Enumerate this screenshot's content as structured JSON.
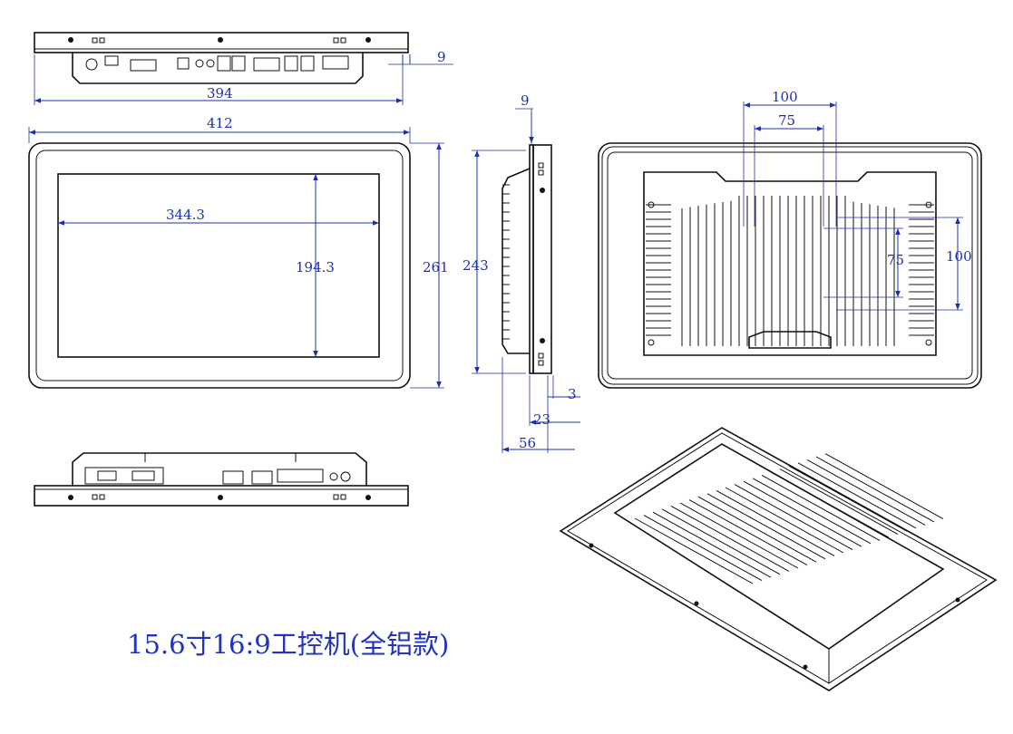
{
  "caption": "15.6寸16:9工控机(全铝款)",
  "dimensions": {
    "top_depth": "9",
    "top_width": "394",
    "front_width": "412",
    "screen_width": "344.3",
    "screen_height": "194.3",
    "front_height": "261",
    "side_top": "9",
    "side_height": "243",
    "side_3": "3",
    "side_23": "23",
    "side_56": "56",
    "vesa_100_h": "100",
    "vesa_75_h": "75",
    "vesa_75_v": "75",
    "vesa_100_v": "100"
  },
  "colors": {
    "dimension": "#1c2fb0",
    "outline": "#111111",
    "caption": "#2233bb"
  }
}
